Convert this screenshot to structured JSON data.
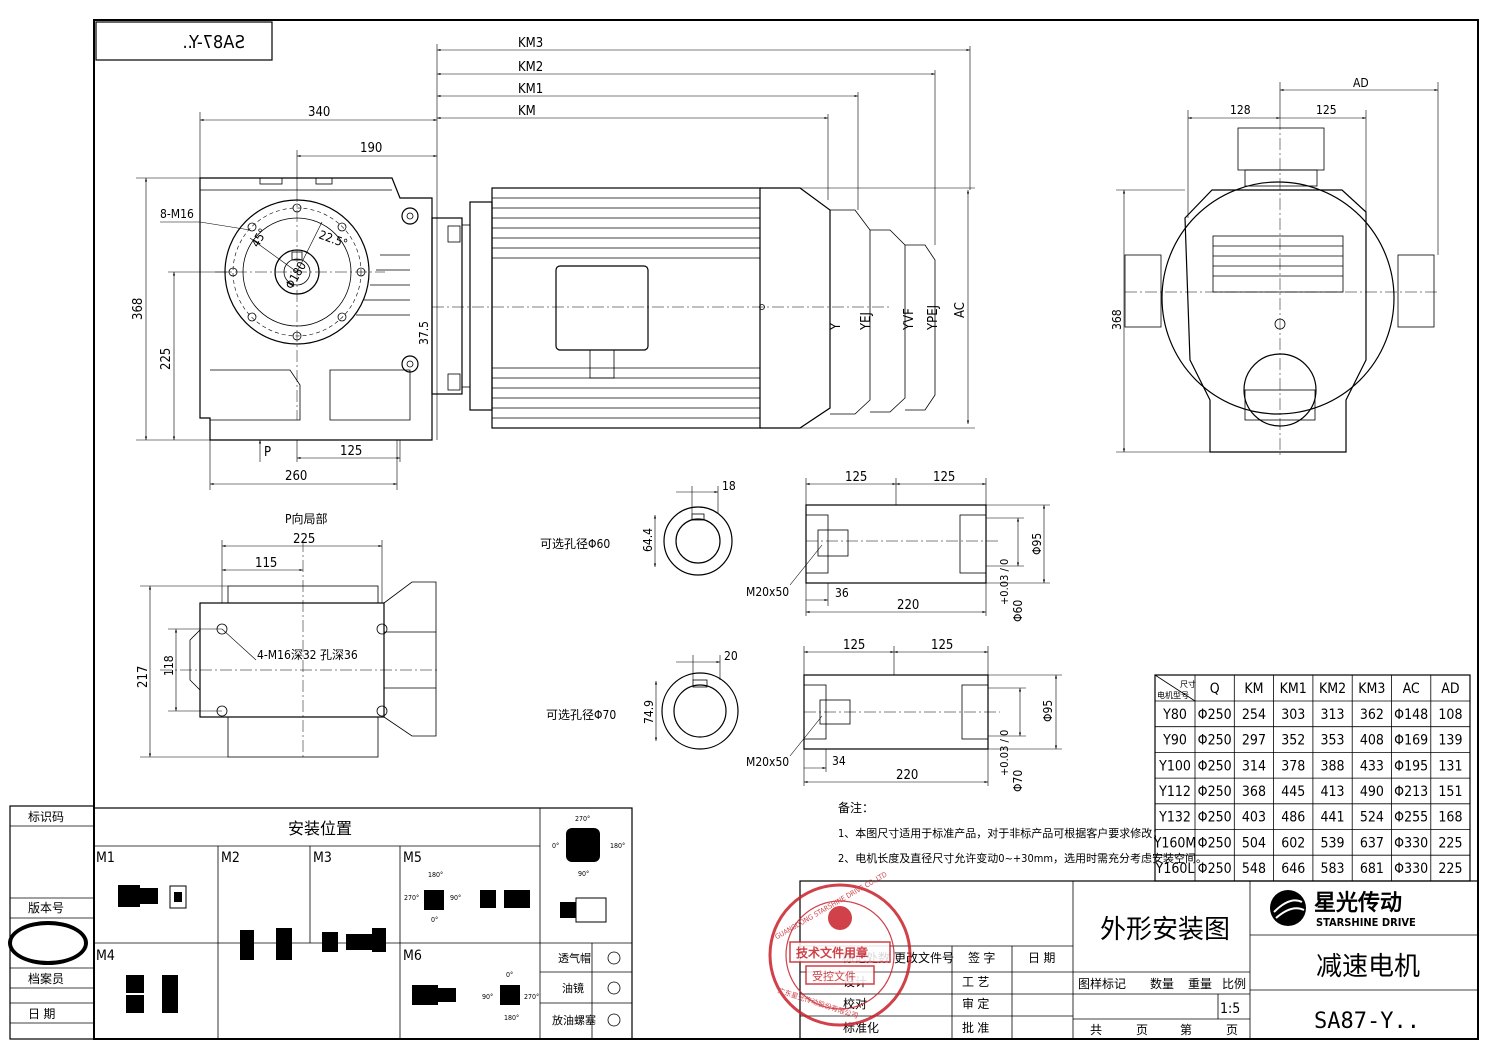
{
  "title_box": "SA87-Y..",
  "dims": {
    "km3": "KM3",
    "km2": "KM2",
    "km1": "KM1",
    "km": "KM",
    "d340": "340",
    "d190": "190",
    "d8m16": "8-M16",
    "d45": "45°",
    "d225deg": "22.5°",
    "d180": "Φ180",
    "d368": "368",
    "d225": "225",
    "d375": "37.5",
    "dP": "P",
    "d125": "125",
    "d260": "260",
    "y": "Y",
    "yej": "YEJ",
    "yvf": "YVF",
    "ypej": "YPEJ",
    "ac": "AC",
    "ad": "AD",
    "d128": "128",
    "d125b": "125",
    "d368b": "368",
    "p_view": "P向局部",
    "d225b": "225",
    "d115": "115",
    "d217": "217",
    "d118": "118",
    "holes": "4-M16深32 孔深36",
    "d18": "18",
    "d644": "64.4",
    "opt60": "可选孔径Φ60",
    "m20a": "M20x50",
    "d125c": "125",
    "d125d": "125",
    "d95a": "Φ95",
    "d36": "36",
    "d220a": "220",
    "d60": "Φ60",
    "d20": "20",
    "d749": "74.9",
    "opt70": "可选孔径Φ70",
    "m20b": "M20x50",
    "d125e": "125",
    "d125f": "125",
    "d95b": "Φ95",
    "d34": "34",
    "d220b": "220",
    "d70": "Φ70",
    "tol": "+0.03 / 0"
  },
  "notes": {
    "head": "备注：",
    "n1": "1、本图尺寸适用于标准产品，对于非标产品可根据客户要求修改；",
    "n2": "2、电机长度及直径尺寸允许变动0~+30mm，选用时需充分考虑安装空间。"
  },
  "table": {
    "corner_top": "尺寸",
    "corner_bottom": "电机型号",
    "headers": [
      "Q",
      "KM",
      "KM1",
      "KM2",
      "KM3",
      "AC",
      "AD"
    ],
    "rows": [
      [
        "Y80",
        "Φ250",
        "254",
        "303",
        "313",
        "362",
        "Φ148",
        "108"
      ],
      [
        "Y90",
        "Φ250",
        "297",
        "352",
        "353",
        "408",
        "Φ169",
        "139"
      ],
      [
        "Y100",
        "Φ250",
        "314",
        "378",
        "388",
        "433",
        "Φ195",
        "131"
      ],
      [
        "Y112",
        "Φ250",
        "368",
        "445",
        "413",
        "490",
        "Φ213",
        "151"
      ],
      [
        "Y132",
        "Φ250",
        "403",
        "486",
        "441",
        "524",
        "Φ255",
        "168"
      ],
      [
        "Y160M",
        "Φ250",
        "504",
        "602",
        "539",
        "637",
        "Φ330",
        "225"
      ],
      [
        "Y160L",
        "Φ250",
        "548",
        "646",
        "583",
        "681",
        "Φ330",
        "225"
      ]
    ]
  },
  "left_strip": {
    "l1": "标识码",
    "l2": "版本号",
    "l3": "档案员",
    "l4": "日 期"
  },
  "mount": {
    "title": "安装位置",
    "m1": "M1",
    "m2": "M2",
    "m3": "M3",
    "m4": "M4",
    "m5": "M5",
    "m6": "M6",
    "a0": "0°",
    "a90": "90°",
    "a180": "180°",
    "a270": "270°"
  },
  "accessories": {
    "vent": "透气帽",
    "oil": "油镜",
    "drain": "放油螺塞"
  },
  "title_block": {
    "drawing_name": "外形安装图",
    "product": "减速电机",
    "model": "SA87-Y..",
    "brand_cn": "星光传动",
    "brand_en": "STARSHINE DRIVE",
    "scale": "1:5",
    "row_headers": [
      "标记",
      "处数",
      "更改文件号",
      "签 字",
      "日 期"
    ],
    "roles": [
      "设计",
      "校对",
      "标准化"
    ],
    "roles2": [
      "工 艺",
      "审 定",
      "批 准"
    ],
    "std_labels": [
      "图样标记",
      "数量",
      "重量",
      "比例"
    ],
    "sheets": [
      "共",
      "页",
      "第",
      "页"
    ]
  },
  "stamp": {
    "top": "GUANGDONG STARSHINE DRIVE CO.,LTD",
    "line1": "技术文件用章",
    "line2": "受控文件",
    "bottom": "广东星光传动股份有限公司"
  }
}
